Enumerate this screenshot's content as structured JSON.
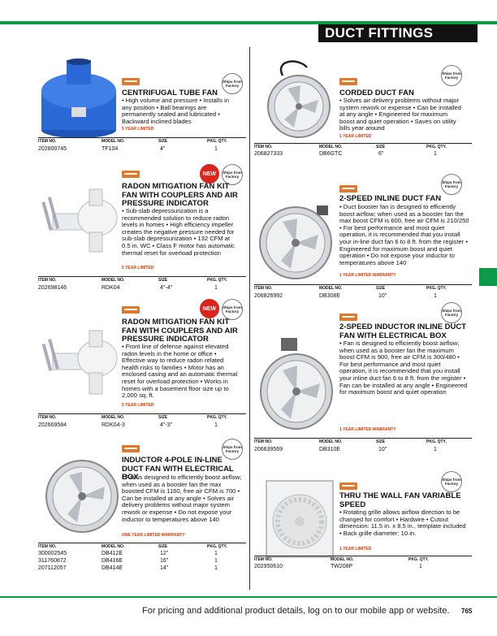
{
  "page": {
    "section_title": "DUCT FITTINGS",
    "footer": "For pricing and additional product details, log on to our mobile app or website.",
    "page_number": "765"
  },
  "badges": {
    "ship": "Ships from Factory",
    "new": "NEW"
  },
  "headers": {
    "item": "ITEM NO.",
    "model": "MODEL NO.",
    "size": "SIZE",
    "pkg": "PKG. QTY."
  },
  "left": [
    {
      "title": "CENTRIFUGAL TUBE FAN",
      "desc": "• High volume and pressure • Installs in any position • Ball bearings are permanently sealed and lubricated • Backward inclined blades",
      "warranty": "5 YEAR LIMITED",
      "rows": [
        [
          "202800745",
          "TF104",
          "4\"",
          "1"
        ]
      ]
    },
    {
      "title": "RADON MITIGATION FAN KIT FAN WITH COUPLERS AND AIR PRESSURE INDICATOR",
      "desc": "• Sub-slab depressurization is a recommended solution to reduce radon levels in homes • High efficiency impeller creates the negative pressure needed for sub-slab depressurization • 132 CFM at 0.5 in. WC • Class F motor has automatic thermal reset for overload protection",
      "warranty": "5 YEAR LIMITED",
      "rows": [
        [
          "202698146",
          "RDK04",
          "4\"-4\"",
          "1"
        ]
      ]
    },
    {
      "title": "RADON MITIGATION FAN KIT FAN WITH COUPLERS AND AIR PRESSURE INDICATOR",
      "desc": "• Front line of defense against elevated radon levels in the home or office • Effective way to reduce radon related health risks to families • Motor has an enclosed casing and an automatic thermal reset for overload protection • Works in homes with a basement floor size up to 2,000 sq. ft.",
      "warranty": "5 YEAR LIMITED",
      "rows": [
        [
          "202669584",
          "RDK04-3",
          "4\"-3\"",
          "1"
        ]
      ]
    },
    {
      "title": "INDUCTOR 4-POLE IN-LINE DUCT FAN WITH ELECTRICAL BOX",
      "desc": "• Fan is designed to efficiently boost airflow; when used as a booster fan the max boosted CFM is 1160, free air CFM is 700 • Can be installed at any angle • Solves air delivery problems without major system rework or expense • Do not expose your inductor to temperatures above 140",
      "warranty": "ONE YEAR LIMITED WARRANTY",
      "rows": [
        [
          "300002545",
          "DB412E",
          "12\"",
          "1"
        ],
        [
          "311760872",
          "DB416E",
          "16\"",
          "1"
        ],
        [
          "207112057",
          "DB414E",
          "14\"",
          "1"
        ]
      ]
    }
  ],
  "right": [
    {
      "title": "CORDED DUCT FAN",
      "desc": "• Solves air delivery problems without major system rework or expense • Can be installed at any angle • Engineered for maximum boost and quiet operation • Saves on utility bills year around",
      "warranty": "1 YEAR LIMITED",
      "rows": [
        [
          "206827333",
          "DB6GTC",
          "6\"",
          "1"
        ]
      ]
    },
    {
      "title": "2-SPEED INLINE DUCT FAN",
      "desc": "• Duct booster fan is designed to efficiently boost airflow; when used as a booster fan the max boost CFM is 600, free air CFM is 210/250 • For best performance and most quiet operation, it is recommended that you install your in-line duct fan 6 to 8 ft. from the register • Engineered for maximum boost and quiet operation • Do not expose your inductor to temperatures above 140",
      "warranty": "1 YEAR LIMITED WARRANTY",
      "rows": [
        [
          "206826992",
          "DB308E",
          "10\"",
          "1"
        ]
      ]
    },
    {
      "title": "2-SPEED INDUCTOR INLINE DUCT FAN WITH ELECTRICAL BOX",
      "desc": "• Fan is designed to efficiently boost airflow; when used as a booster fan the maximum boost CFM is 900, free air CFM is 300/480 • For best performance and most quiet operation, it is recommended that you install your inline duct fan 6 to 8 ft. from the register • Fan can be installed at any angle • Engineered for maximum boost and quiet operation",
      "warranty": "1 YEAR LIMITED WARRANTY",
      "rows": [
        [
          "206639569",
          "DB310E",
          "10\"",
          "1"
        ]
      ]
    },
    {
      "title": "THRU THE WALL FAN VARIABLE SPEED",
      "desc": "• Rotating grille allows airflow direction to be changed for comfort • Hardwire • Cutout dimension: 11.5 in. x 8.5 in., template included • Back grille diameter: 10 in.",
      "warranty": "1 YEAR LIMITED",
      "rows": [
        [
          "202950610",
          "TW208P",
          "1"
        ]
      ]
    }
  ]
}
